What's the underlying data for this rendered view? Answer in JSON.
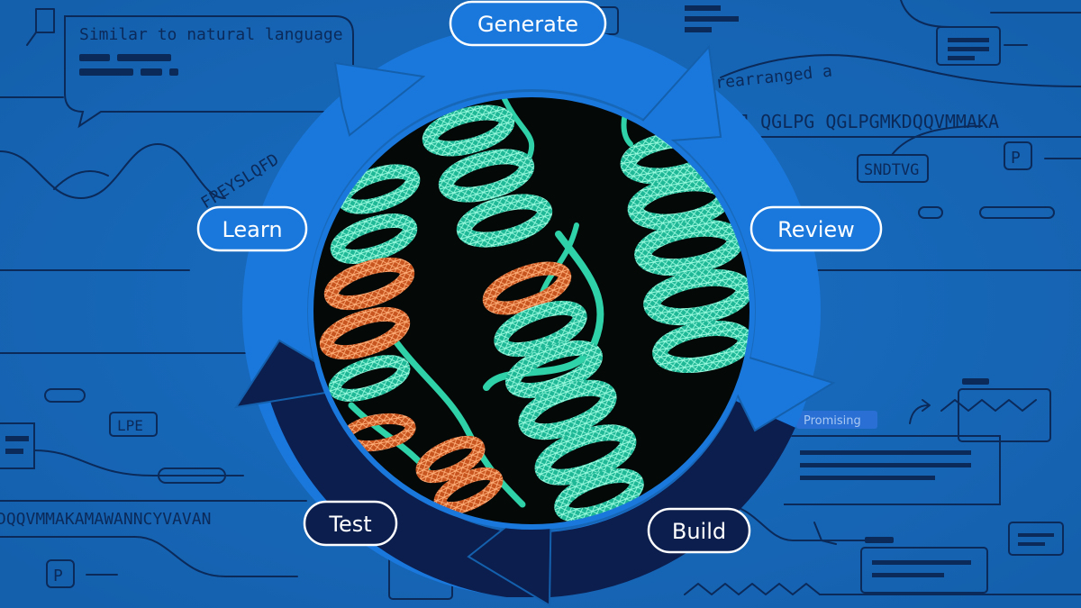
{
  "cycle": {
    "steps": [
      {
        "id": "generate",
        "label": "Generate"
      },
      {
        "id": "review",
        "label": "Review"
      },
      {
        "id": "build",
        "label": "Build"
      },
      {
        "id": "test",
        "label": "Test"
      },
      {
        "id": "learn",
        "label": "Learn"
      }
    ]
  },
  "background": {
    "chat_bubble_text": "Similar to natural language",
    "rearranged_fragment": "rearranged a",
    "sequence_top_right": "GJ QGLPG QGLPGMKDQQVMMAKA",
    "sequence_left_curve": "FPEYSLQFD",
    "sequence_bottom_left": "DQQVMMAKAMAWANNCYVAVAN",
    "tag_sndtvg": "SNDTVG",
    "tag_lpe": "LPE",
    "tag_p_right": "P",
    "tag_p_left": "P",
    "badge_promising": "Promising"
  },
  "colors": {
    "background": "#1565b8",
    "ring_light": "#1a78dc",
    "ring_dark": "#0c1e4e",
    "outline": "#0b2a5a",
    "helix": "#3fe0b4",
    "helix_accent": "#f07a3a"
  }
}
